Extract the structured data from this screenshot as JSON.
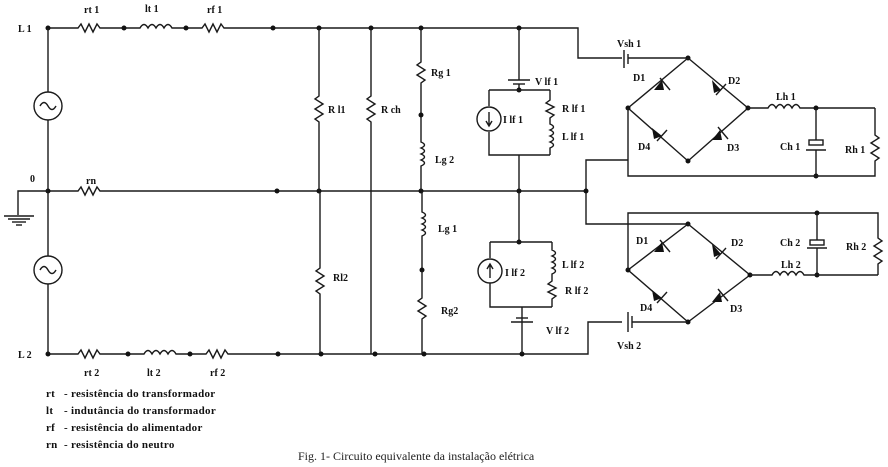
{
  "nodes": {
    "L1": "L 1",
    "neutral": "0",
    "L2": "L 2"
  },
  "components": {
    "rt1": "rt  1",
    "lt1": "lt 1",
    "rf1": "rf 1",
    "rt2": "rt  2",
    "lt2": "lt  2",
    "rf2": "rf  2",
    "rn": "rn",
    "Rl1": "R l1",
    "Rl2": "Rl2",
    "Rch": "R ch",
    "Rg1": "Rg 1",
    "Lg2": "Lg 2",
    "Lg1": "Lg 1",
    "Rg2": "Rg2",
    "Vlf1": "V lf 1",
    "Ilf1": "I lf 1",
    "Rlf1": "R lf 1",
    "Llf1": "L lf 1",
    "Vlf2": "V lf 2",
    "Ilf2": "I lf 2",
    "Llf2": "L lf 2",
    "Rlf2": "R lf 2",
    "Vsh1": "Vsh 1",
    "Vsh2": "Vsh 2",
    "D1a": "D1",
    "D2a": "D2",
    "D3a": "D3",
    "D4a": "D4",
    "D1b": "D1",
    "D2b": "D2",
    "D3b": "D3",
    "D4b": "D4",
    "Lh1": "Lh 1",
    "Ch1": "Ch 1",
    "Rh1": "Rh 1",
    "Lh2": "Lh 2",
    "Ch2": "Ch 2",
    "Rh2": "Rh 2"
  },
  "legend": [
    {
      "abbr": "rt",
      "text": "- resistência do transformador"
    },
    {
      "abbr": "lt",
      "text": "- indutância do transformador"
    },
    {
      "abbr": "rf",
      "text": "- resistência do alimentador"
    },
    {
      "abbr": "rn",
      "text": "- resistência do neutro"
    }
  ],
  "caption": "Fig. 1- Circuito equivalente da instalação elétrica"
}
